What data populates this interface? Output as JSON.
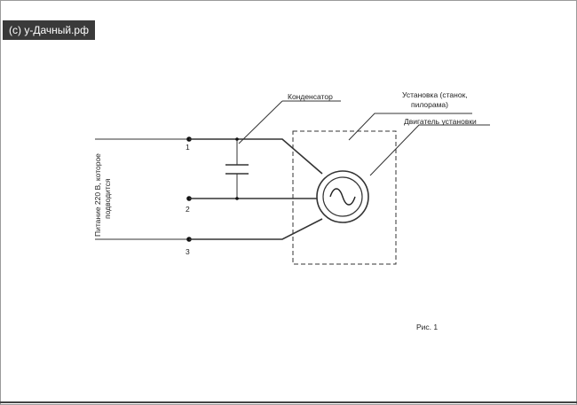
{
  "watermark": "(c) у-Дачный.рф",
  "labels": {
    "capacitor": "Конденсатор",
    "installation_line1": "Установка (станок,",
    "installation_line2": "пилорама)",
    "motor": "Двигатель установки",
    "supply_line1": "Питание 220 В, которое",
    "supply_line2": "подводится",
    "terminal_1": "1",
    "terminal_2": "2",
    "terminal_3": "3",
    "figure": "Рис. 1"
  }
}
